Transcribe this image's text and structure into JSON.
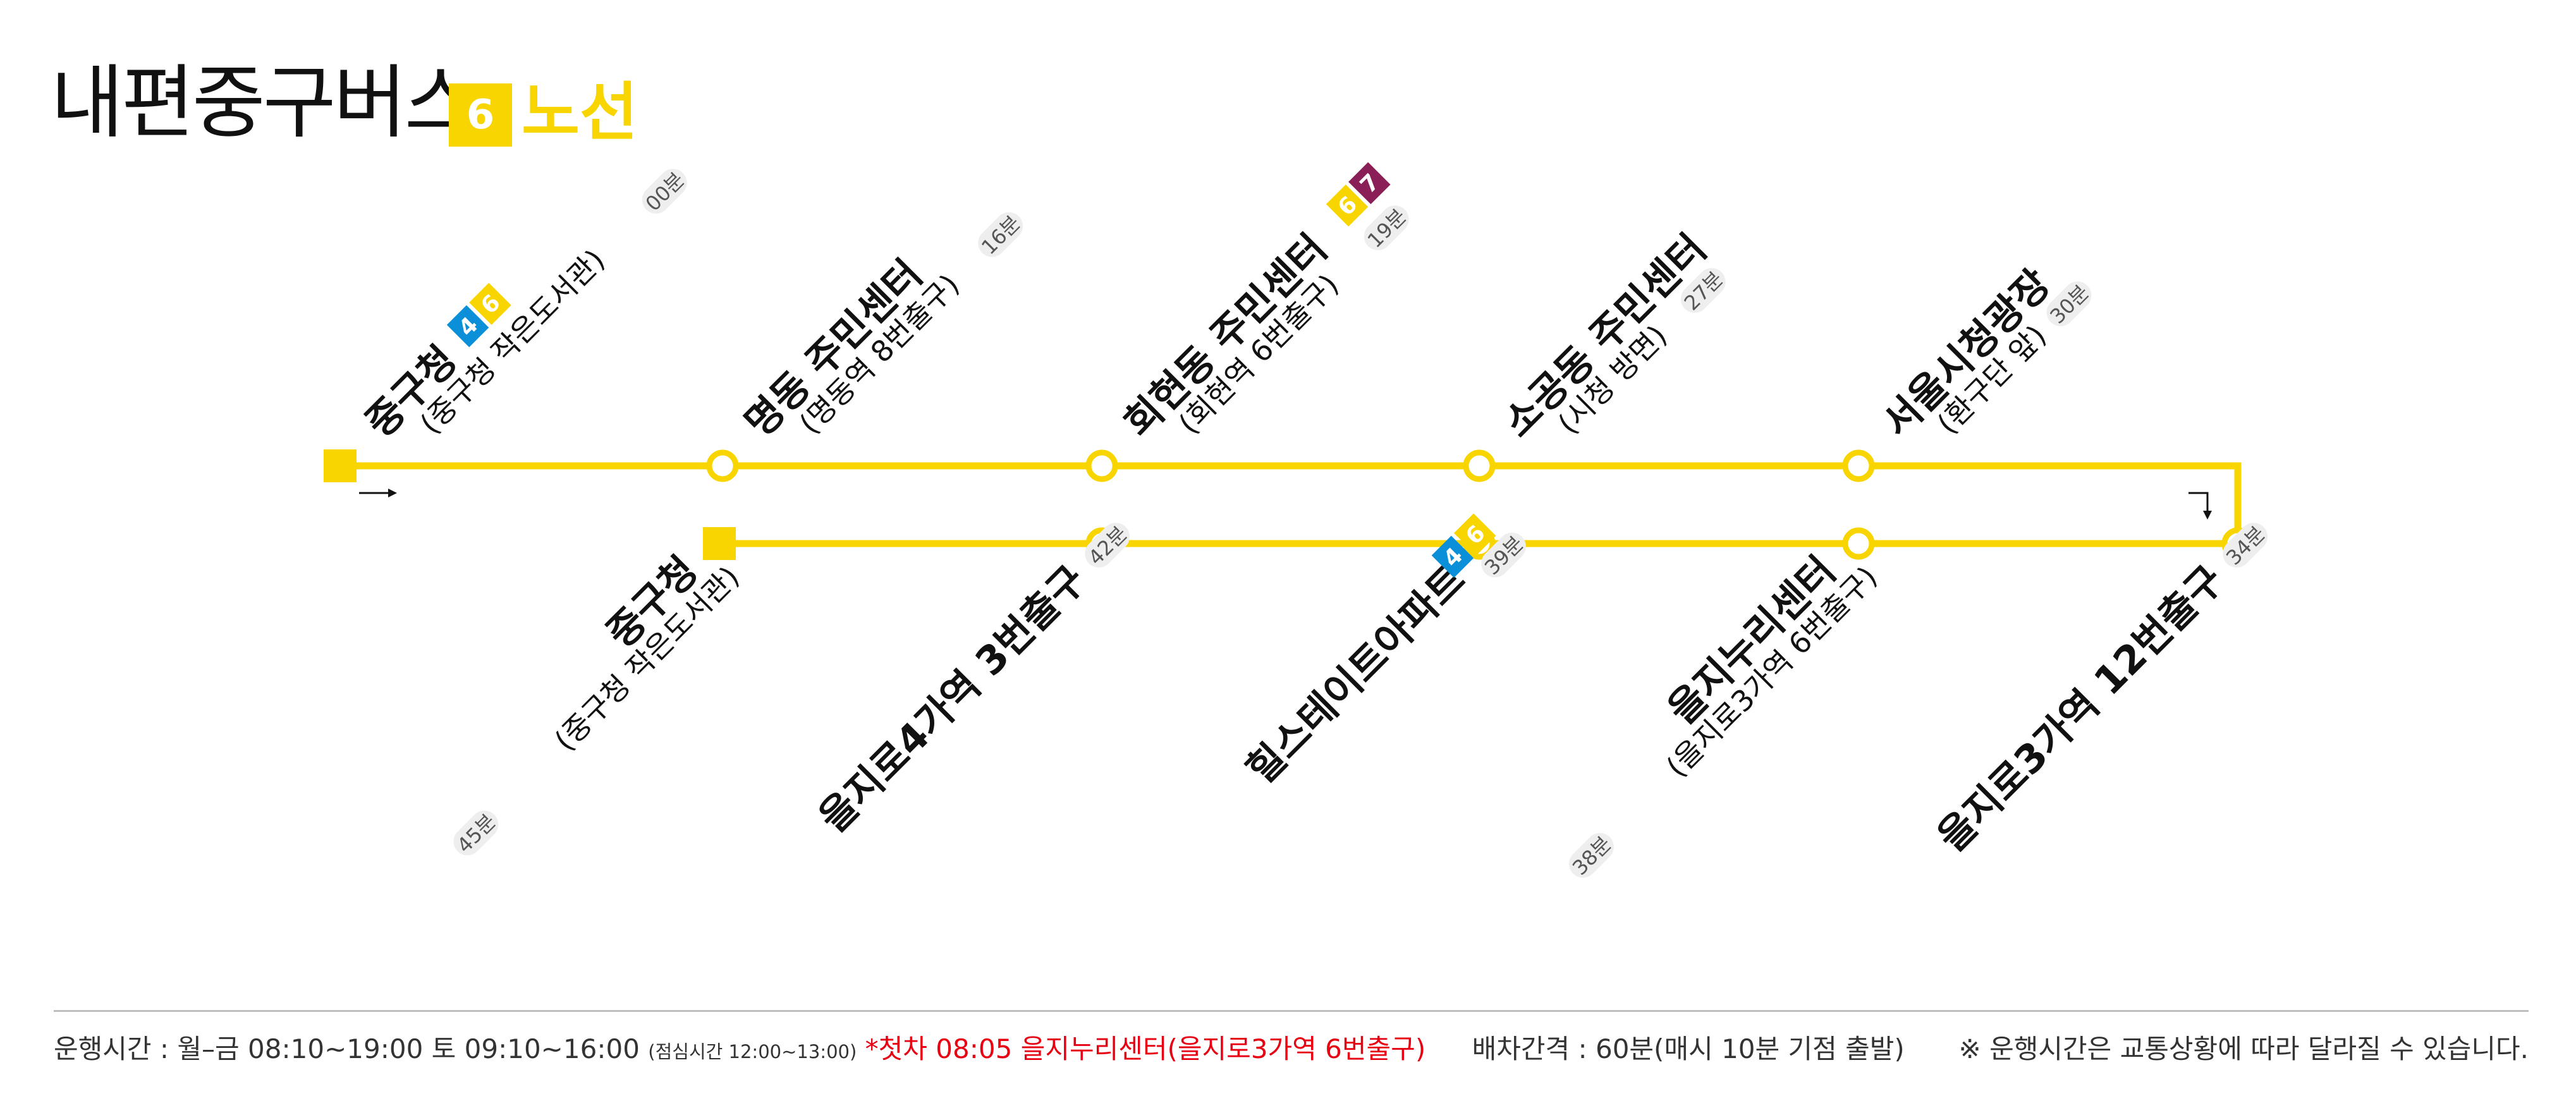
{
  "header": {
    "logo": "내편중구버스",
    "route_number": "6",
    "route_word": "노선"
  },
  "colors": {
    "route_yellow": "#f9d500",
    "line4_blue": "#0a8fd8",
    "line7_purple": "#8a1e56",
    "first_bus_red": "#e60012"
  },
  "icons": {
    "direction": "arrow-right-icon",
    "turn": "turn-down-arrow-icon"
  },
  "stations": [
    {
      "name": "중구청",
      "sub": "(중구청 작은도서관)",
      "time": "00분",
      "badges": [
        "4",
        "6"
      ]
    },
    {
      "name": "명동 주민센터",
      "sub": "(명동역 8번출구)",
      "time": "16분",
      "badges": []
    },
    {
      "name": "회현동 주민센터",
      "sub": "(회현역 6번출구)",
      "time": "19분",
      "badges": [
        "6",
        "7"
      ]
    },
    {
      "name": "소공동 주민센터",
      "sub": "(시청 방면)",
      "time": "27분",
      "badges": []
    },
    {
      "name": "서울시청광장",
      "sub": "(환구단 앞)",
      "time": "30분",
      "badges": []
    },
    {
      "name": "을지로3가역 12번출구",
      "sub": "",
      "time": "34분",
      "badges": []
    },
    {
      "name": "을지누리센터",
      "sub": "(을지로3가역 6번출구)",
      "time": "38분",
      "badges": []
    },
    {
      "name": "힐스테이트아파트",
      "sub": "",
      "time": "39분",
      "badges": [
        "4",
        "6"
      ]
    },
    {
      "name": "을지로4가역 3번출구",
      "sub": "",
      "time": "42분",
      "badges": []
    },
    {
      "name": "중구청",
      "sub": "(중구청 작은도서관)",
      "time": "45분",
      "badges": []
    }
  ],
  "footer": {
    "hours": "운행시간 : 월–금 08:10~19:00 토 09:10~16:00",
    "lunch": "(점심시간 12:00~13:00)",
    "first_bus": "*첫차 08:05 을지누리센터(을지로3가역 6번출구)",
    "interval": "배차간격 : 60분(매시 10분 기점 출발)",
    "note": "※ 운행시간은 교통상황에 따라 달라질 수 있습니다."
  }
}
